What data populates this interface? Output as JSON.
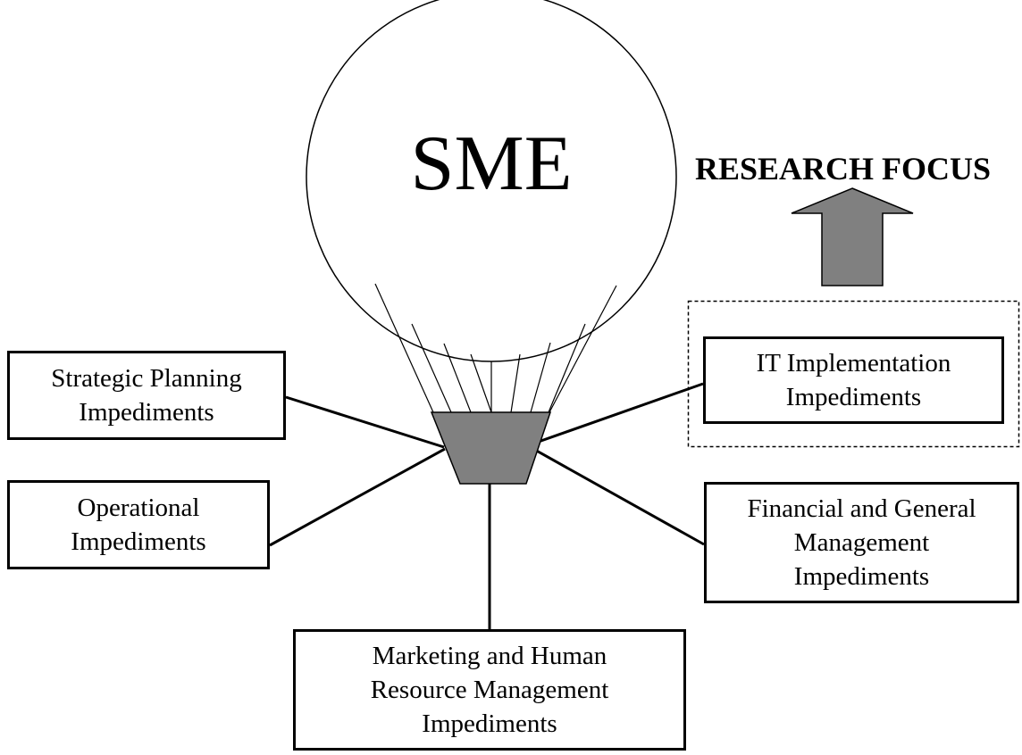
{
  "diagram": {
    "balloon_label": "SME",
    "research_focus": "RESEARCH FOCUS",
    "boxes": {
      "strategic": [
        "Strategic Planning",
        "Impediments"
      ],
      "operational": [
        "Operational",
        "Impediments"
      ],
      "marketing": [
        "Marketing and Human",
        "Resource Management",
        "Impediments"
      ],
      "it": [
        "IT Implementation",
        "Impediments"
      ],
      "financial": [
        "Financial and General",
        "Management",
        "Impediments"
      ]
    },
    "colors": {
      "stroke": "#000000",
      "basket_fill": "#808080",
      "arrow_fill": "#808080",
      "background": "#ffffff"
    }
  }
}
